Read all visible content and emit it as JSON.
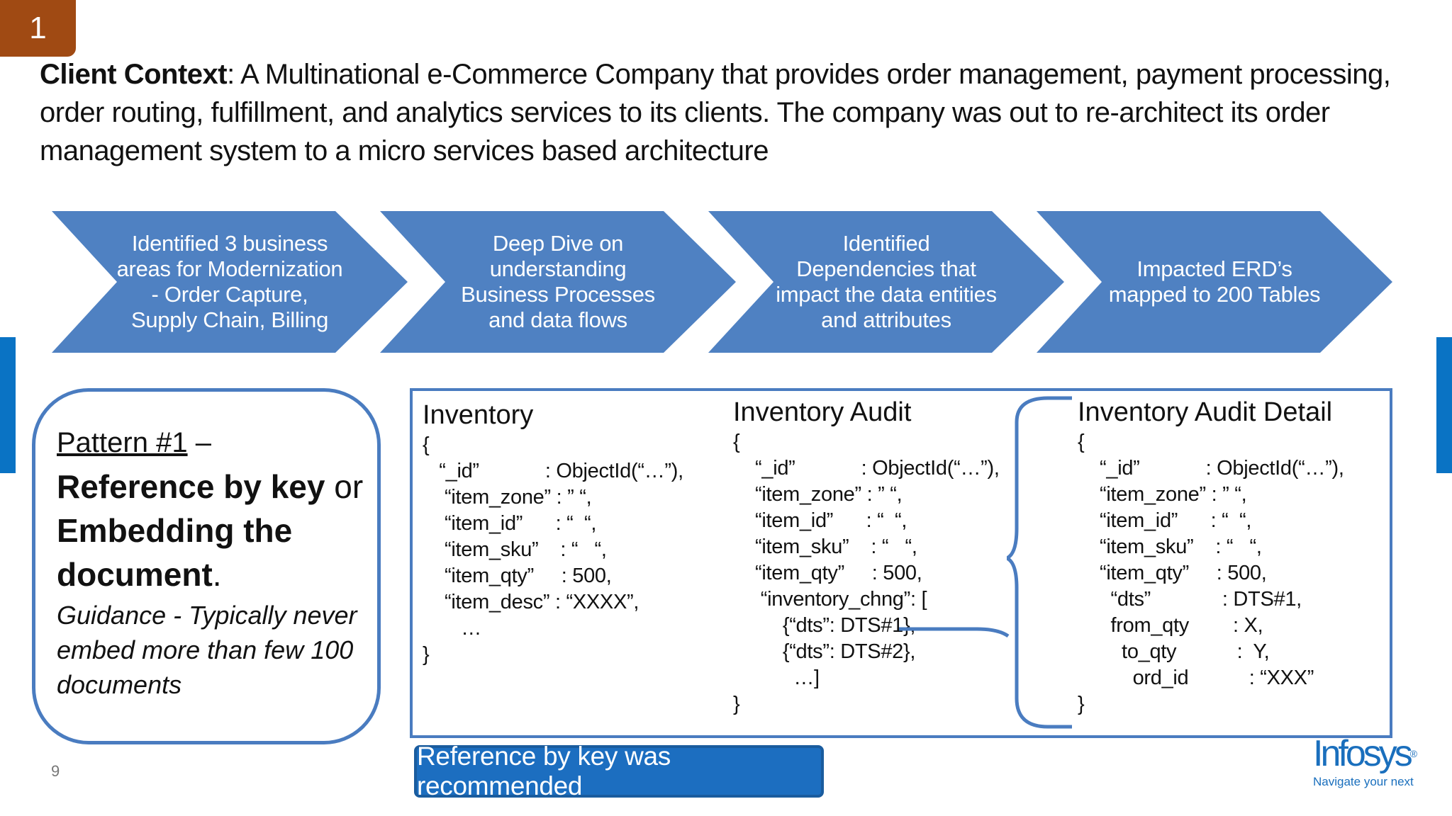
{
  "slide_badge": "1",
  "page_number": "9",
  "context": {
    "label": "Client Context",
    "text": ": A Multinational e-Commerce Company that provides order management, payment processing, order routing, fulfillment, and analytics services to its clients. The company was out to re-architect its order management system to a micro services based architecture"
  },
  "chevrons": [
    {
      "text": "Identified 3 business\nareas for Modernization\n- Order Capture,\nSupply Chain, Billing"
    },
    {
      "text": "Deep Dive on\nunderstanding\nBusiness Processes\nand data flows"
    },
    {
      "text": "Identified\nDependencies that\nimpact the data entities\nand attributes"
    },
    {
      "text": "Impacted ERD’s\nmapped to 200 Tables"
    }
  ],
  "pattern": {
    "title": "Pattern #1",
    "dash": " –",
    "strong1": "Reference by key",
    "or": " or",
    "strong2": "Embedding the document",
    "period": ".",
    "guidance": "Guidance - Typically never embed more than few 100 documents"
  },
  "inventory": {
    "title": "Inventory",
    "lines": [
      "{",
      "   “_id”            : ObjectId(“…”),",
      "    “item_zone” : ” “,",
      "    “item_id”      : “  “,",
      "    “item_sku”    : “   “,",
      "    “item_qty”     : 500,",
      "    “item_desc” : “XXXX”,",
      "       …",
      "}"
    ]
  },
  "inventory_audit": {
    "title": "Inventory Audit",
    "lines": [
      "{",
      "    “_id”            : ObjectId(“…”),",
      "    “item_zone” : ” “,",
      "    “item_id”      : “  “,",
      "    “item_sku”    : “   “,",
      "    “item_qty”     : 500,",
      "     “inventory_chng”: [",
      "         {“dts”: DTS#1},",
      "         {“dts”: DTS#2},",
      "           …]",
      "}"
    ]
  },
  "inventory_audit_detail": {
    "title": "Inventory Audit Detail",
    "lines": [
      "{",
      "    “_id”            : ObjectId(“…”),",
      "    “item_zone” : ” “,",
      "    “item_id”      : “  “,",
      "    “item_sku”    : “   “,",
      "    “item_qty”     : 500,",
      "      “dts”             : DTS#1,",
      "      from_qty        : X,",
      "        to_qty           :  Y,",
      "          ord_id           : “XXX”",
      "}"
    ]
  },
  "recommendation": "Reference by key was recommended",
  "logo": {
    "name": "Infosys",
    "reg": "®",
    "tagline": "Navigate your next"
  },
  "colors": {
    "chevron_fill": "#4f81c2",
    "badge": "#a04a13",
    "border": "#4a7cc0",
    "recommend_bg": "#1c6ec0",
    "logo": "#1a6fbd",
    "side_bar": "#0a73c4"
  }
}
